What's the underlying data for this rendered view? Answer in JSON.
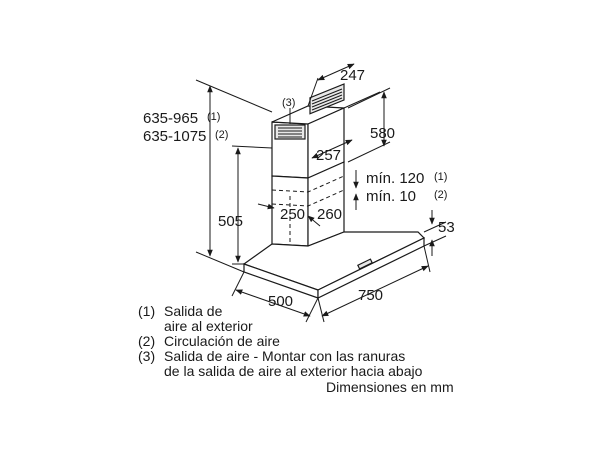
{
  "dimensions": {
    "chimney_depth": "247",
    "upper_chimney_height": "580",
    "chimney_width_upper": "257",
    "min_120": "mín. 120",
    "min_120_note": "(1)",
    "min_10": "mín. 10",
    "min_10_note": "(2)",
    "inner_width": "250",
    "inner_depth": "260",
    "hood_height": "53",
    "lower_height": "505",
    "hood_width": "500",
    "hood_depth": "750",
    "height_range_1": "635-965",
    "height_range_1_note": "(1)",
    "height_range_2": "635-1075",
    "height_range_2_note": "(2)",
    "callout_3": "(3)"
  },
  "legend": {
    "item1_num": "(1)",
    "item1_line1": "Salida de",
    "item1_line2": "aire al exterior",
    "item2_num": "(2)",
    "item2_text": "Circulación de aire",
    "item3_num": "(3)",
    "item3_line1": "Salida de aire - Montar con las ranuras",
    "item3_line2": "de la salida de aire al exterior hacia abajo",
    "units": "Dimensiones en mm"
  }
}
